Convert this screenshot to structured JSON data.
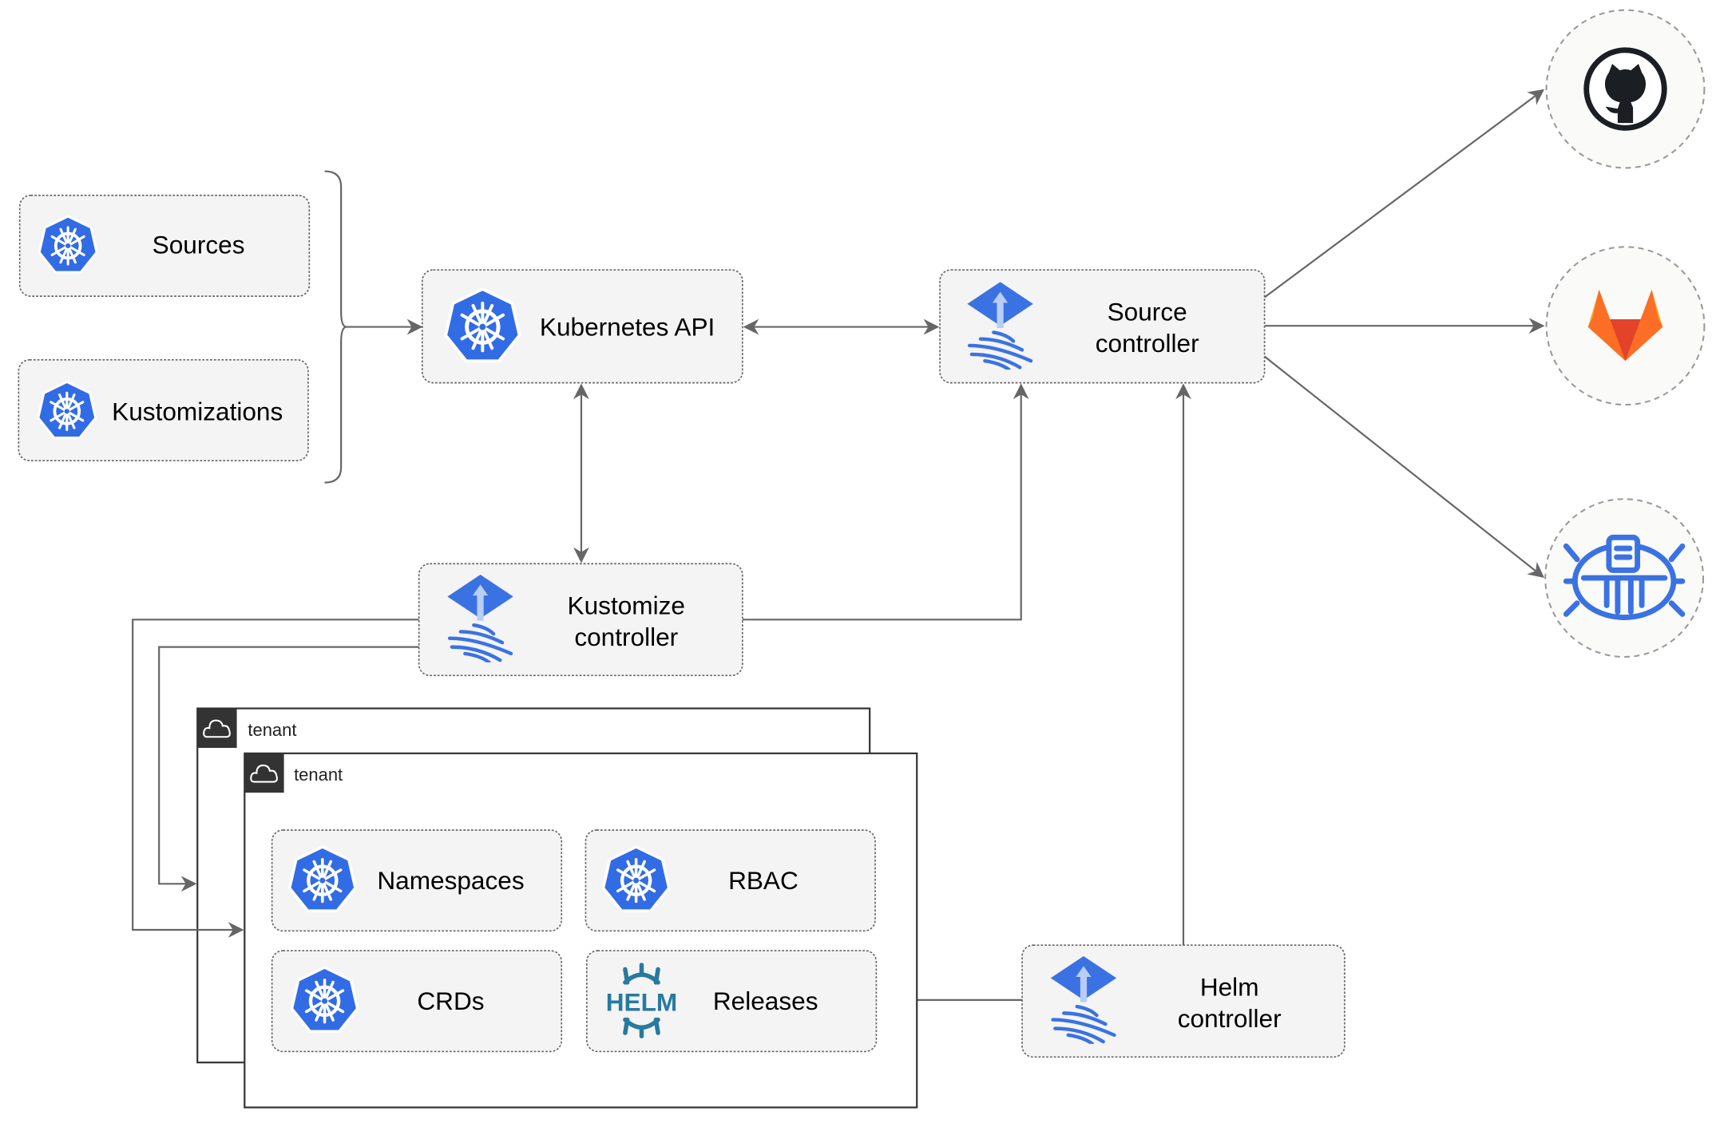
{
  "nodes": {
    "sources": "Sources",
    "kustomizations": "Kustomizations",
    "kubernetes_api": "Kubernetes API",
    "source_controller": [
      "Source",
      "controller"
    ],
    "kustomize_controller": [
      "Kustomize",
      "controller"
    ],
    "helm_controller": [
      "Helm",
      "controller"
    ],
    "namespaces": "Namespaces",
    "rbac": "RBAC",
    "crds": "CRDs",
    "releases": "Releases"
  },
  "tenants": [
    "tenant",
    "tenant"
  ],
  "helm_logo_text": "HELM",
  "external": [
    "github-icon",
    "gitlab-icon",
    "bucket-icon"
  ],
  "colors": {
    "kubernetes_blue": "#326CE5",
    "flux_blue": "#3B72E3",
    "helm_teal": "#277A9F",
    "gitlab_orange": "#E24329",
    "gitlab_light": "#FCA326",
    "github_dark": "#1B1F23"
  }
}
